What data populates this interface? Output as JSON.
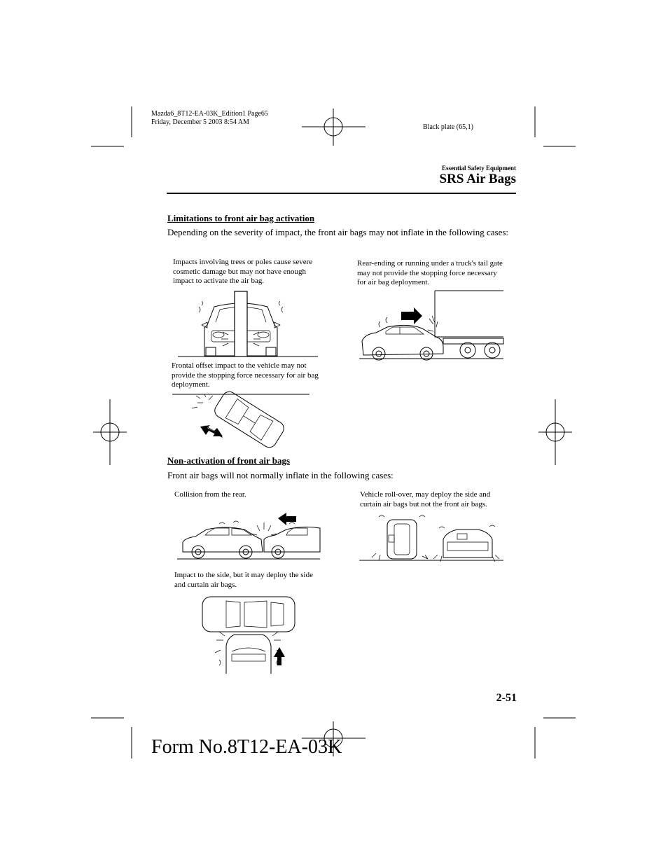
{
  "print_header": {
    "line1": "Mazda6_8T12-EA-03K_Edition1 Page65",
    "line2": "Friday, December 5 2003 8:54 AM",
    "plate": "Black plate (65,1)"
  },
  "section": {
    "category": "Essential Safety Equipment",
    "title": "SRS Air Bags"
  },
  "limitations": {
    "heading": "Limitations to front air bag activation",
    "intro": "Depending on the severity of impact, the front air bags may not inflate in the following cases:",
    "captions": {
      "pole": "Impacts involving trees or poles cause severe cosmetic damage but may not have enough impact to activate the air bag.",
      "truck": "Rear-ending or running under a truck's tail gate may not provide the stopping force necessary for air bag deployment.",
      "offset": "Frontal offset impact to the vehicle may not provide the stopping force necessary for air bag deployment."
    }
  },
  "non_activation": {
    "heading": "Non-activation of front air bags",
    "intro": "Front air bags will not normally inflate in the following cases:",
    "captions": {
      "rear": "Collision from the rear.",
      "rollover": "Vehicle roll-over, may deploy the side and curtain air bags but not the front air bags.",
      "side": "Impact to the side, but it may deploy the side and curtain air bags."
    }
  },
  "footer": {
    "page_number": "2-51",
    "form_number": "Form No.8T12-EA-03K"
  }
}
